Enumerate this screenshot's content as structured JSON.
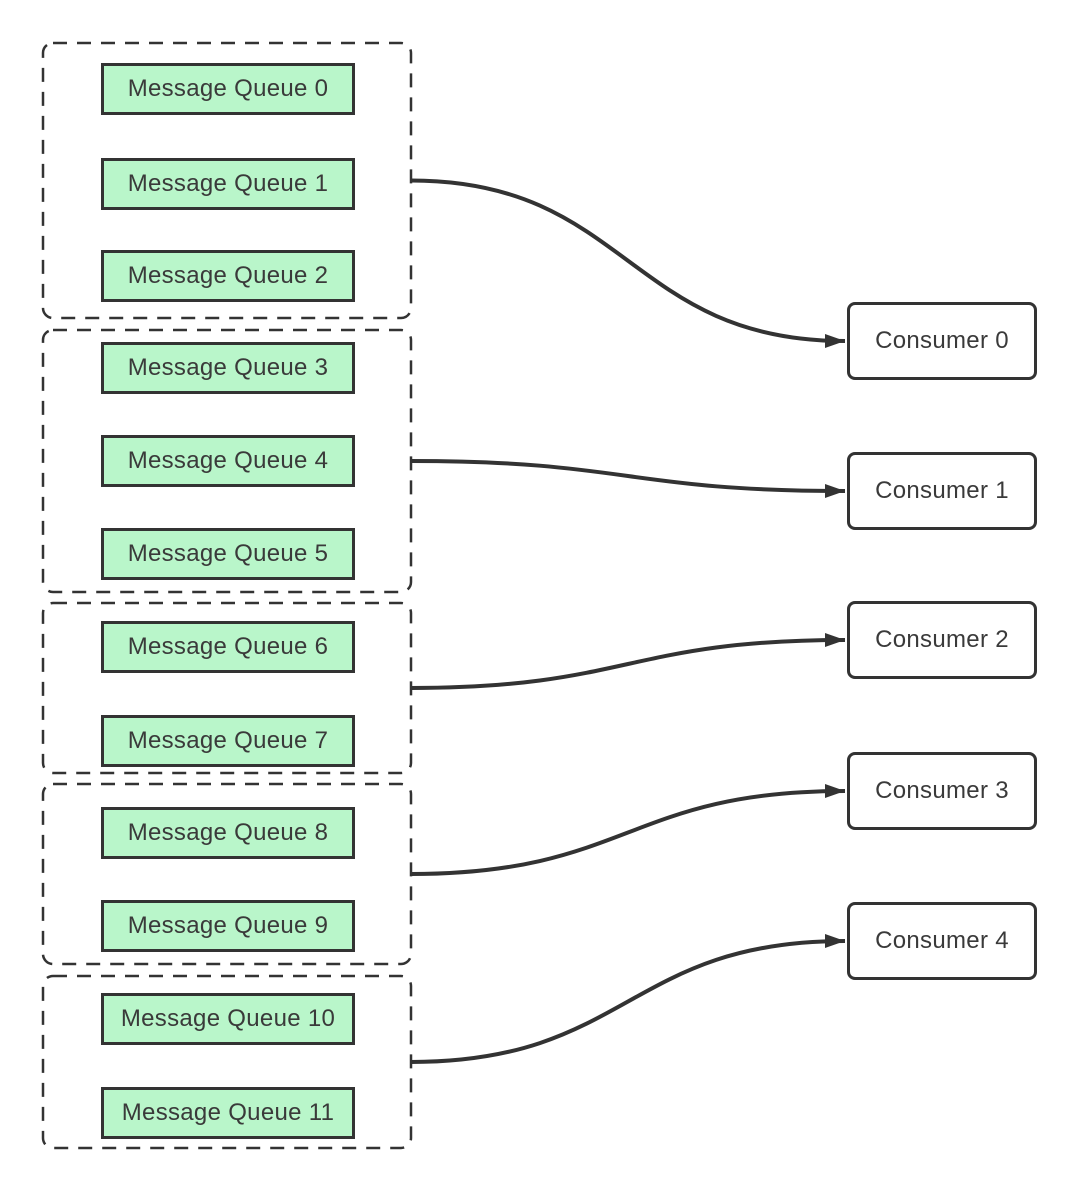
{
  "diagram": {
    "groups": [
      {
        "queues": [
          "Message Queue 0",
          "Message Queue 1",
          "Message Queue 2"
        ],
        "consumer_index": 0
      },
      {
        "queues": [
          "Message Queue 3",
          "Message Queue 4",
          "Message Queue 5"
        ],
        "consumer_index": 1
      },
      {
        "queues": [
          "Message Queue 6",
          "Message Queue 7"
        ],
        "consumer_index": 2
      },
      {
        "queues": [
          "Message Queue 8",
          "Message Queue 9"
        ],
        "consumer_index": 3
      },
      {
        "queues": [
          "Message Queue 10",
          "Message Queue 11"
        ],
        "consumer_index": 4
      }
    ],
    "consumers": [
      "Consumer 0",
      "Consumer 1",
      "Consumer 2",
      "Consumer 3",
      "Consumer 4"
    ],
    "colors": {
      "background": "#ffffff",
      "queue_fill": "#b9f6ca",
      "consumer_fill": "#ffffff",
      "stroke": "#333333",
      "text": "#3a3a3a"
    }
  }
}
